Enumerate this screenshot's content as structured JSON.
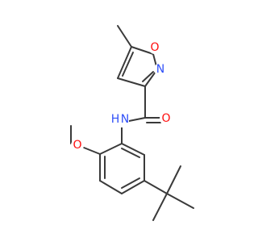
{
  "colors": {
    "background": "#ffffff",
    "bond": "#3a3a3a",
    "oxygen": "#ff0d0d",
    "nitrogen": "#3050f8"
  },
  "atoms": {
    "isoxazole_o": {
      "label": "O",
      "color": "#ff0d0d"
    },
    "isoxazole_n": {
      "label": "N",
      "color": "#3050f8"
    },
    "carbonyl_o": {
      "label": "O",
      "color": "#ff0d0d"
    },
    "amide_nh": {
      "label": "N",
      "sub": "H",
      "color": "#3050f8"
    },
    "methoxy_o": {
      "label": "O",
      "color": "#ff0d0d"
    }
  }
}
